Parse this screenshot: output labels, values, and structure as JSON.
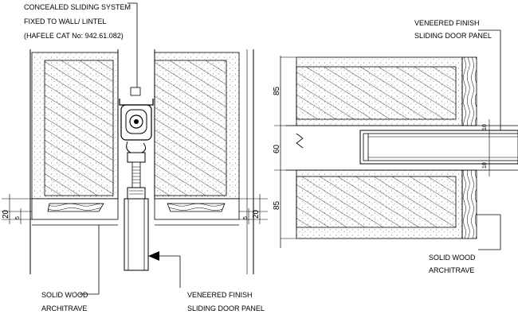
{
  "left_detail": {
    "label_system_1": "CONCEALED SLIDING SYSTEM",
    "label_system_2": "FIXED TO WALL/ LINTEL",
    "label_system_3": "(HAFELE CAT No: 942.61.082)",
    "label_architrave_1": "SOLID WOOD",
    "label_architrave_2": "ARCHITRAVE",
    "label_panel_1": "VENEERED FINISH",
    "label_panel_2": "SLIDING DOOR PANEL",
    "dim_left_20": "20",
    "dim_left_5": "5",
    "dim_right_20": "20",
    "dim_right_5": "5"
  },
  "right_detail": {
    "label_panel_1": "VENEERED FINISH",
    "label_panel_2": "SLIDING DOOR PANEL",
    "label_architrave_1": "SOLID WOOD",
    "label_architrave_2": "ARCHITRAVE",
    "dim_top": "85",
    "dim_mid": "60",
    "dim_bottom": "85",
    "dim_gap_top": "10",
    "dim_gap_bottom": "10"
  },
  "colors": {
    "line": "#000000",
    "speckle": "#9a9a9a",
    "background": "#ffffff"
  }
}
